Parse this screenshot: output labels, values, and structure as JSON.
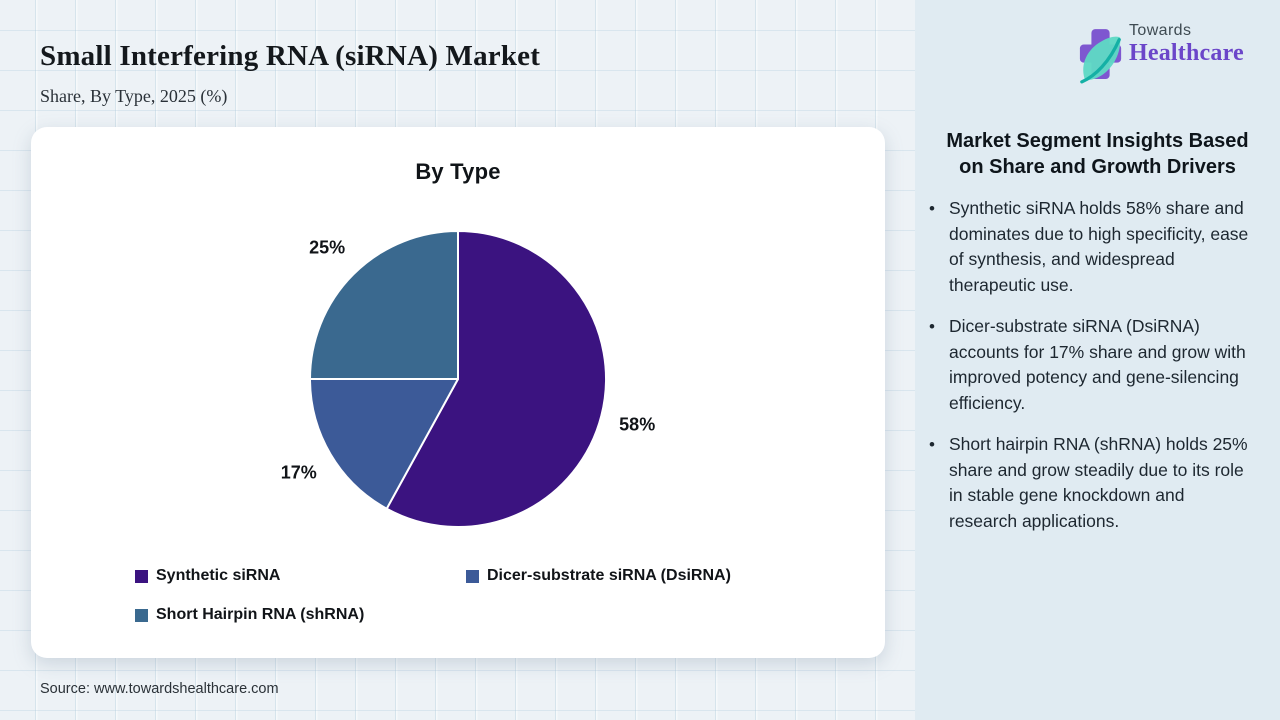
{
  "header": {
    "title": "Small Interfering RNA (siRNA) Market",
    "subtitle": "Share, By Type, 2025 (%)"
  },
  "logo": {
    "top": "Towards",
    "bottom": "Healthcare",
    "colors": {
      "cross": "#7E57D0",
      "leaf": "#5FD9C5",
      "stem": "#14B0A5",
      "wordmark": "#6B46C9"
    }
  },
  "chart_data": {
    "type": "pie",
    "title": "By Type",
    "labels": [
      "Synthetic siRNA",
      "Dicer-substrate siRNA (DsiRNA)",
      "Short Hairpin RNA (shRNA)"
    ],
    "values": [
      58,
      17,
      25
    ],
    "value_labels": [
      "58%",
      "17%",
      "25%"
    ],
    "colors": [
      "#3B1380",
      "#3C5A98",
      "#3A698F"
    ],
    "start_angle_deg": 0,
    "direction": "clockwise",
    "legend_position": "bottom",
    "slice_border_color": "#ffffff"
  },
  "sidebar": {
    "heading": "Market Segment Insights Based on Share and Growth Drivers",
    "bullets": [
      "Synthetic siRNA holds 58% share and dominates due to high specificity, ease of synthesis, and widespread therapeutic use.",
      "Dicer-substrate siRNA (DsiRNA) accounts for 17% share and grow with improved potency and gene-silencing efficiency.",
      "Short hairpin RNA (shRNA) holds 25% share and grow steadily due to its role in stable gene knockdown and research applications."
    ]
  },
  "footer": {
    "source": "Source: www.towardshealthcare.com"
  }
}
